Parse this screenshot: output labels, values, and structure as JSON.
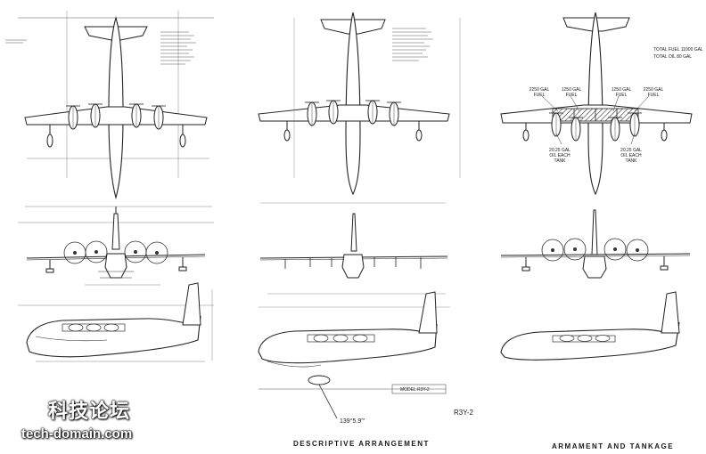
{
  "captions": {
    "descriptive": "DESCRIPTIVE ARRANGEMENT",
    "armament": "ARMAMENT AND TANKAGE",
    "model_code": "R3Y-2",
    "angle_note": "139°5.9'\""
  },
  "tankage": {
    "total_fuel": "TOTAL FUEL 11000 GAL",
    "total_oil": "TOTAL OIL 80 GAL",
    "tank_labels": [
      "2250 GAL FUEL",
      "1250 GAL FUEL",
      "1250 GAL FUEL",
      "2250 GAL FUEL"
    ],
    "oil_labels": [
      "20.25 GAL OIL EACH TANK",
      "20.25 GAL OIL EACH TANK"
    ]
  },
  "sheet_info": {
    "model_box": "MODEL R3Y-2"
  },
  "watermark": {
    "chinese": "科技论坛",
    "site": "tech-domain.com"
  }
}
